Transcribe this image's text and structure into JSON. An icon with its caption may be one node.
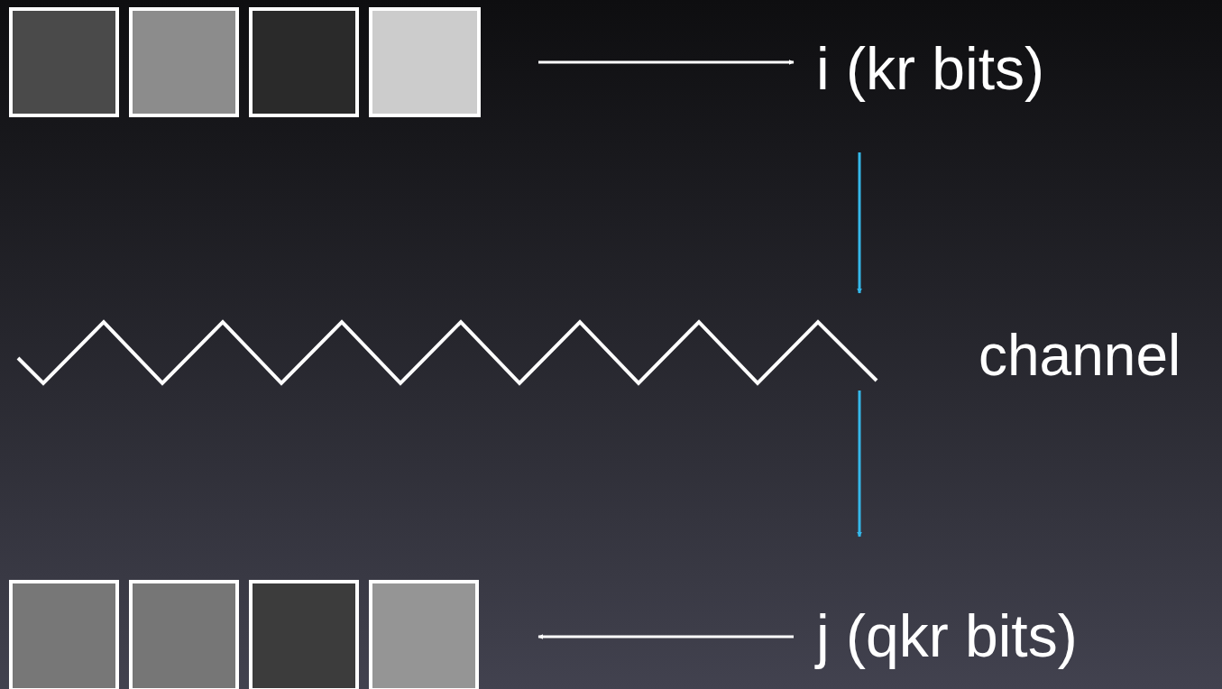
{
  "diagram": {
    "nodes": [
      {
        "text": [],
        "shape": "box"
      },
      {
        "text": [],
        "shape": "box"
      },
      {
        "text": [],
        "shape": "box"
      },
      {
        "text": [],
        "shape": "box"
      },
      {
        "text": [
          "i (kr bits)"
        ]
      },
      {
        "text": [],
        "shape": "zigzag",
        "beside": [
          "channel"
        ]
      },
      {
        "text": [
          "j (qkr bits)"
        ]
      },
      {
        "text": [],
        "shape": "box"
      },
      {
        "text": [],
        "shape": "box"
      },
      {
        "text": [],
        "shape": "box"
      },
      {
        "text": [],
        "shape": "box"
      }
    ],
    "edges": [
      {
        "from": 3,
        "to": 4,
        "arrow": "to",
        "color": "#ffffff"
      },
      {
        "from": 4,
        "to": 5,
        "arrow": "to",
        "color": "#35b8ea"
      },
      {
        "from": 5,
        "to": 6,
        "arrow": "to",
        "color": "#35b8ea"
      },
      {
        "from": 6,
        "to": 10,
        "arrow": "to",
        "color": "#ffffff"
      }
    ]
  }
}
